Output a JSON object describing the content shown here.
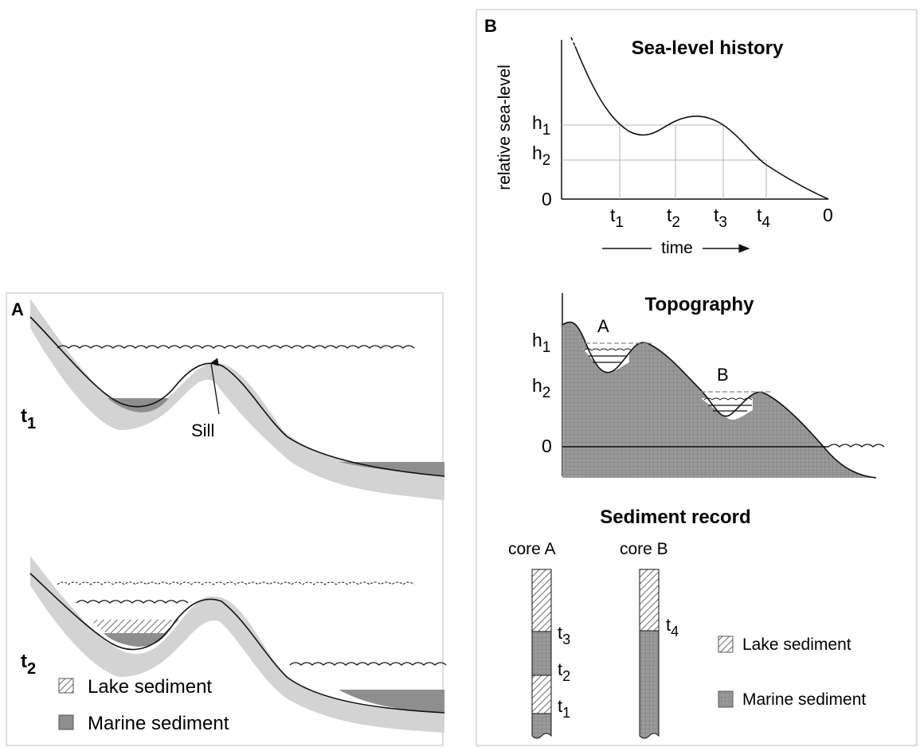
{
  "panelA": {
    "label": "A",
    "t1": {
      "t": "t",
      "sub": "1"
    },
    "t2": {
      "t": "t",
      "sub": "2"
    },
    "sill_label": "Sill",
    "legend": {
      "lake": "Lake sediment",
      "marine": "Marine sediment"
    }
  },
  "panelB": {
    "label": "B",
    "sea_level": {
      "title": "Sea-level history",
      "ylabel": "relative sea-level",
      "xlabel": "time",
      "yticks": [
        {
          "base": "h",
          "sub": "1"
        },
        {
          "base": "h",
          "sub": "2"
        },
        {
          "base": "0",
          "sub": ""
        }
      ],
      "xticks": [
        {
          "base": "t",
          "sub": "1"
        },
        {
          "base": "t",
          "sub": "2"
        },
        {
          "base": "t",
          "sub": "3"
        },
        {
          "base": "t",
          "sub": "4"
        },
        {
          "base": "0",
          "sub": ""
        }
      ]
    },
    "topography": {
      "title": "Topography",
      "basin_a": "A",
      "basin_b": "B",
      "yticks": [
        {
          "base": "h",
          "sub": "1"
        },
        {
          "base": "h",
          "sub": "2"
        },
        {
          "base": "0",
          "sub": ""
        }
      ]
    },
    "sediment": {
      "title": "Sediment record",
      "core_a": "core A",
      "core_b": "core B",
      "core_a_marks": [
        {
          "base": "t",
          "sub": "3"
        },
        {
          "base": "t",
          "sub": "2"
        },
        {
          "base": "t",
          "sub": "1"
        }
      ],
      "core_b_marks": [
        {
          "base": "t",
          "sub": "4"
        }
      ],
      "legend": {
        "lake": "Lake sediment",
        "marine": "Marine sediment"
      }
    }
  },
  "colors": {
    "frame": "#bdbdbd",
    "substrate": "#cfcfcf",
    "marine": "#8e8e8e",
    "ink": "#111111",
    "grid": "#b5b5b5"
  }
}
